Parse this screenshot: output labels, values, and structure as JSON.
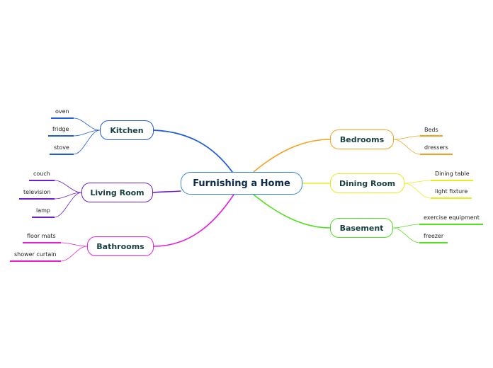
{
  "title": "Furnishing a Home",
  "colors": {
    "center": "#3b8ad9",
    "kitchen": "#1f5ce0",
    "living_room": "#6a1fd0",
    "bathrooms": "#e61ed8",
    "bedrooms": "#f7a020",
    "dining_room": "#e6ec1e",
    "basement": "#4fe01e"
  },
  "topics": {
    "kitchen": {
      "label": "Kitchen",
      "items": [
        "oven",
        "fridge",
        "stove"
      ]
    },
    "living_room": {
      "label": "Living Room",
      "items": [
        "couch",
        "television",
        "lamp"
      ]
    },
    "bathrooms": {
      "label": "Bathrooms",
      "items": [
        "floor mats",
        "shower curtain"
      ]
    },
    "bedrooms": {
      "label": "Bedrooms",
      "items": [
        "Beds",
        "dressers"
      ]
    },
    "dining_room": {
      "label": "Dining Room",
      "items": [
        "Dining table",
        "light fixture"
      ]
    },
    "basement": {
      "label": "Basement",
      "items": [
        "exercise equipment",
        "freezer"
      ]
    }
  }
}
